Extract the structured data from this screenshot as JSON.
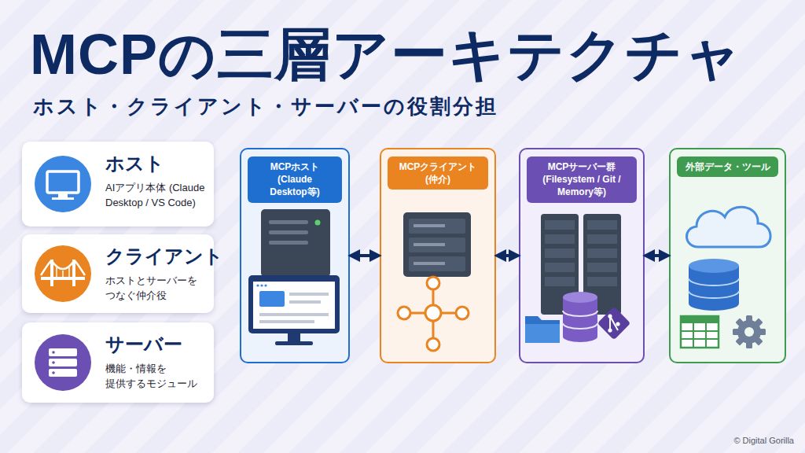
{
  "diagram": {
    "title": "MCPの三層アーキテクチャ",
    "nodes": [
      {
        "text": [
          "ホスト",
          "AIアプリ本体 (Claude Desktop / VS Code)"
        ]
      },
      {
        "text": [
          "クライアント",
          "ホストとサーバーを つなぐ仲介役"
        ]
      },
      {
        "text": [
          "サーバー",
          "機能・情報を 提供するモジュール"
        ]
      },
      {
        "text": [
          "MCPホスト (Claude Desktop等)"
        ]
      },
      {
        "text": [
          "MCPクライアント (仲介)"
        ]
      },
      {
        "text": [
          "MCPサーバー群 (Filesystem / Git / Memory等)"
        ]
      },
      {
        "text": [
          "外部データ・ツール"
        ]
      }
    ],
    "edges": [
      {
        "from": 3,
        "to": 4,
        "arrow": "both"
      },
      {
        "from": 4,
        "to": 5,
        "arrow": "both"
      },
      {
        "from": 5,
        "to": 6,
        "arrow": "both"
      }
    ],
    "labels": [
      "ホスト・クライアント・サーバーの役割分担",
      "© Digital Gorilla"
    ]
  }
}
